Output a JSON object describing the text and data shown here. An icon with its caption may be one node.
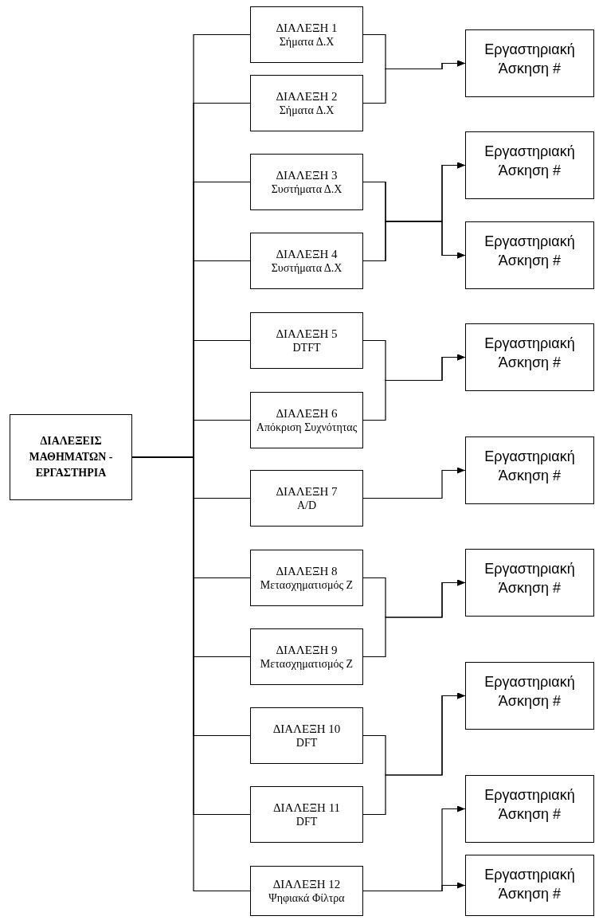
{
  "diagram": {
    "nodes": [
      {
        "text": [
          "ΔΙΑΛΕΞΕΙΣ ΜΑΘΗΜΑΤΩΝ - ΕΡΓΑΣΤΗΡΙΑ"
        ]
      },
      {
        "text": [
          "ΔΙΑΛΕΞΗ 1",
          "Σήματα Δ.Χ"
        ]
      },
      {
        "text": [
          "ΔΙΑΛΕΞΗ 2",
          "Σήματα Δ.Χ"
        ]
      },
      {
        "text": [
          "ΔΙΑΛΕΞΗ 3",
          "Συστήματα Δ.Χ"
        ]
      },
      {
        "text": [
          "ΔΙΑΛΕΞΗ 4",
          "Συστήματα Δ.Χ"
        ]
      },
      {
        "text": [
          "ΔΙΑΛΕΞΗ 5",
          "DTFT"
        ]
      },
      {
        "text": [
          "ΔΙΑΛΕΞΗ 6",
          "Απόκριση Συχνότητας"
        ]
      },
      {
        "text": [
          "ΔΙΑΛΕΞΗ 7",
          "A/D"
        ]
      },
      {
        "text": [
          "ΔΙΑΛΕΞΗ 8",
          "Μετασχηματισμός Z"
        ]
      },
      {
        "text": [
          "ΔΙΑΛΕΞΗ 9",
          "Μετασχηματισμός Z"
        ]
      },
      {
        "text": [
          "ΔΙΑΛΕΞΗ 10",
          "DFT"
        ]
      },
      {
        "text": [
          "ΔΙΑΛΕΞΗ 11",
          "DFT"
        ]
      },
      {
        "text": [
          "ΔΙΑΛΕΞΗ 12",
          "Ψηφιακά Φίλτρα"
        ]
      },
      {
        "text": [
          "Εργαστηριακή Άσκηση #"
        ]
      },
      {
        "text": [
          "Εργαστηριακή Άσκηση #"
        ]
      },
      {
        "text": [
          "Εργαστηριακή Άσκηση #"
        ]
      },
      {
        "text": [
          "Εργαστηριακή Άσκηση #"
        ]
      },
      {
        "text": [
          "Εργαστηριακή Άσκηση #"
        ]
      },
      {
        "text": [
          "Εργαστηριακή Άσκηση #"
        ]
      },
      {
        "text": [
          "Εργαστηριακή Άσκηση #"
        ]
      },
      {
        "text": [
          "Εργαστηριακή Άσκηση #"
        ]
      },
      {
        "text": [
          "Εργαστηριακή Άσκηση #"
        ]
      }
    ],
    "edges": [
      {
        "from": 0,
        "to": 1,
        "arrow": "none"
      },
      {
        "from": 0,
        "to": 2,
        "arrow": "none"
      },
      {
        "from": 0,
        "to": 3,
        "arrow": "none"
      },
      {
        "from": 0,
        "to": 4,
        "arrow": "none"
      },
      {
        "from": 0,
        "to": 5,
        "arrow": "none"
      },
      {
        "from": 0,
        "to": 6,
        "arrow": "none"
      },
      {
        "from": 0,
        "to": 7,
        "arrow": "none"
      },
      {
        "from": 0,
        "to": 8,
        "arrow": "none"
      },
      {
        "from": 0,
        "to": 9,
        "arrow": "none"
      },
      {
        "from": 0,
        "to": 10,
        "arrow": "none"
      },
      {
        "from": 0,
        "to": 11,
        "arrow": "none"
      },
      {
        "from": 0,
        "to": 12,
        "arrow": "none"
      },
      {
        "from": 1,
        "to": 13,
        "arrow": "to"
      },
      {
        "from": 2,
        "to": 13,
        "arrow": "to"
      },
      {
        "from": 3,
        "to": 14,
        "arrow": "to"
      },
      {
        "from": 3,
        "to": 15,
        "arrow": "to"
      },
      {
        "from": 4,
        "to": 14,
        "arrow": "to"
      },
      {
        "from": 4,
        "to": 15,
        "arrow": "to"
      },
      {
        "from": 5,
        "to": 16,
        "arrow": "to"
      },
      {
        "from": 6,
        "to": 16,
        "arrow": "to"
      },
      {
        "from": 7,
        "to": 17,
        "arrow": "to"
      },
      {
        "from": 8,
        "to": 18,
        "arrow": "to"
      },
      {
        "from": 9,
        "to": 18,
        "arrow": "to"
      },
      {
        "from": 10,
        "to": 19,
        "arrow": "to"
      },
      {
        "from": 11,
        "to": 19,
        "arrow": "to"
      },
      {
        "from": 12,
        "to": 20,
        "arrow": "to"
      },
      {
        "from": 12,
        "to": 21,
        "arrow": "to"
      }
    ]
  }
}
